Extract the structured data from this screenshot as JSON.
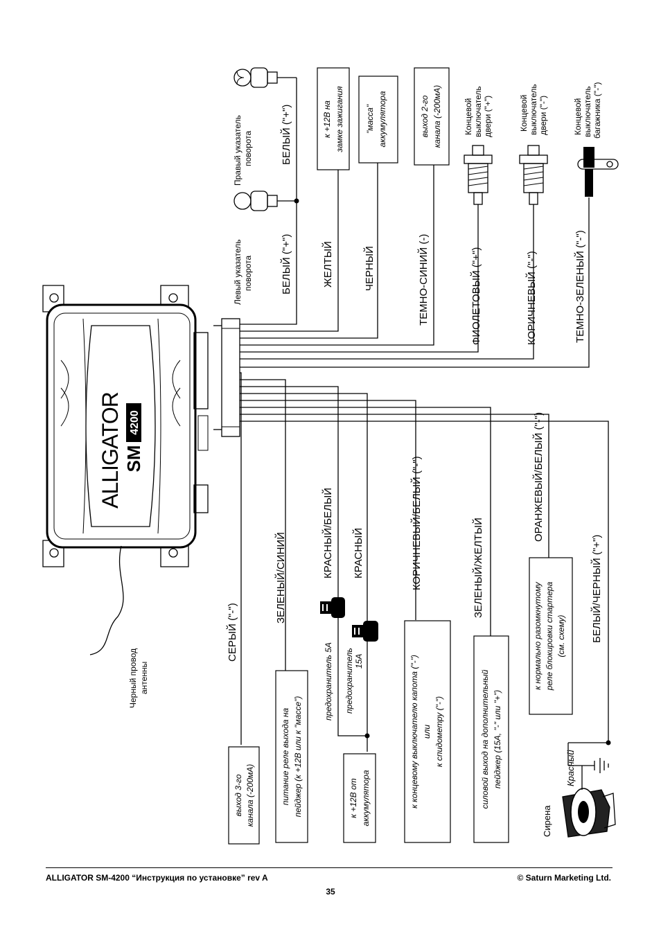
{
  "wires": {
    "gray": "СЕРЫЙ (\"-\")",
    "green_blue": "ЗЕЛЕНЫЙ/СИНИЙ",
    "red_white": "КРАСНЫЙ/БЕЛЫЙ",
    "red": "КРАСНЫЙ",
    "brown_white": "КОРИЧНЕВЫЙ/БЕЛЫЙ (\"-\")",
    "green_yellow": "ЗЕЛЕНЫЙ/ЖЕЛТЫЙ",
    "orange_white": "ОРАНЖЕВЫЙ/БЕЛЫЙ (\"-\")",
    "white_black": "БЕЛЫЙ/ЧЕРНЫЙ (\"+\")",
    "white_left": "БЕЛЫЙ (\"+\")",
    "white_right": "БЕЛЫЙ (\"+\")",
    "yellow": "ЖЕЛТЫЙ",
    "black": "ЧЕРНЫЙ",
    "dark_blue": "ТЕМНО-СИНИЙ (-)",
    "violet": "ФИОЛЕТОВЫЙ (\"+\")",
    "brown": "КОРИЧНЕВЫЙ (\"-\")",
    "dark_green": "ТЕМНО-ЗЕЛЕНЫЙ (\"-\")"
  },
  "boxes": {
    "ch3": [
      "выход 3-го",
      "канала (-200мА)"
    ],
    "pager_power": [
      "питание реле выхода на",
      "пейджер (к +12В или к \"массе\")"
    ],
    "battery": [
      "к +12В от",
      "аккумулятора"
    ],
    "hood": [
      "к концевому выключателю капота (\"-\")",
      "или",
      "к спидометру (\"-\")"
    ],
    "pager_out": [
      "силовой выход на дополнительный",
      "пейджер (15А, \"-\" или \"+\")"
    ],
    "starter": [
      "к нормально разомкнутому",
      "реле блокировки стартера",
      "(см. схему)"
    ],
    "ignition": [
      "к +12В на",
      "замке зажигания"
    ],
    "ground": [
      "\"масса\"",
      "аккумулятора"
    ],
    "ch2": [
      "выход 2-го",
      "канала (-200мА)"
    ]
  },
  "labels": {
    "antenna": [
      "Черный провод",
      "антенны"
    ],
    "fuse5": "предохранитель 5А",
    "fuse15": [
      "предохранитель",
      "15А"
    ],
    "left_turn": [
      "Левый указатель",
      "поворота"
    ],
    "right_turn": [
      "Правый указатель",
      "поворота"
    ],
    "door_plus": [
      "Концевой",
      "выключатель",
      "двери (\"+\")"
    ],
    "door_minus": [
      "Концевой",
      "выключатель",
      "двери (\"-\")"
    ],
    "trunk": [
      "Концевой",
      "выключатель",
      "багажника (\"-\")"
    ],
    "siren": "Сирена",
    "siren_red": "Красный"
  },
  "unit": {
    "brand": "ALLIGATOR",
    "model": "SM",
    "model_num": "4200"
  },
  "footer": {
    "left": "ALLIGATOR SM-4200 “Инструкция по установке” rev A",
    "right": "© Saturn Marketing Ltd.",
    "page": "35"
  }
}
